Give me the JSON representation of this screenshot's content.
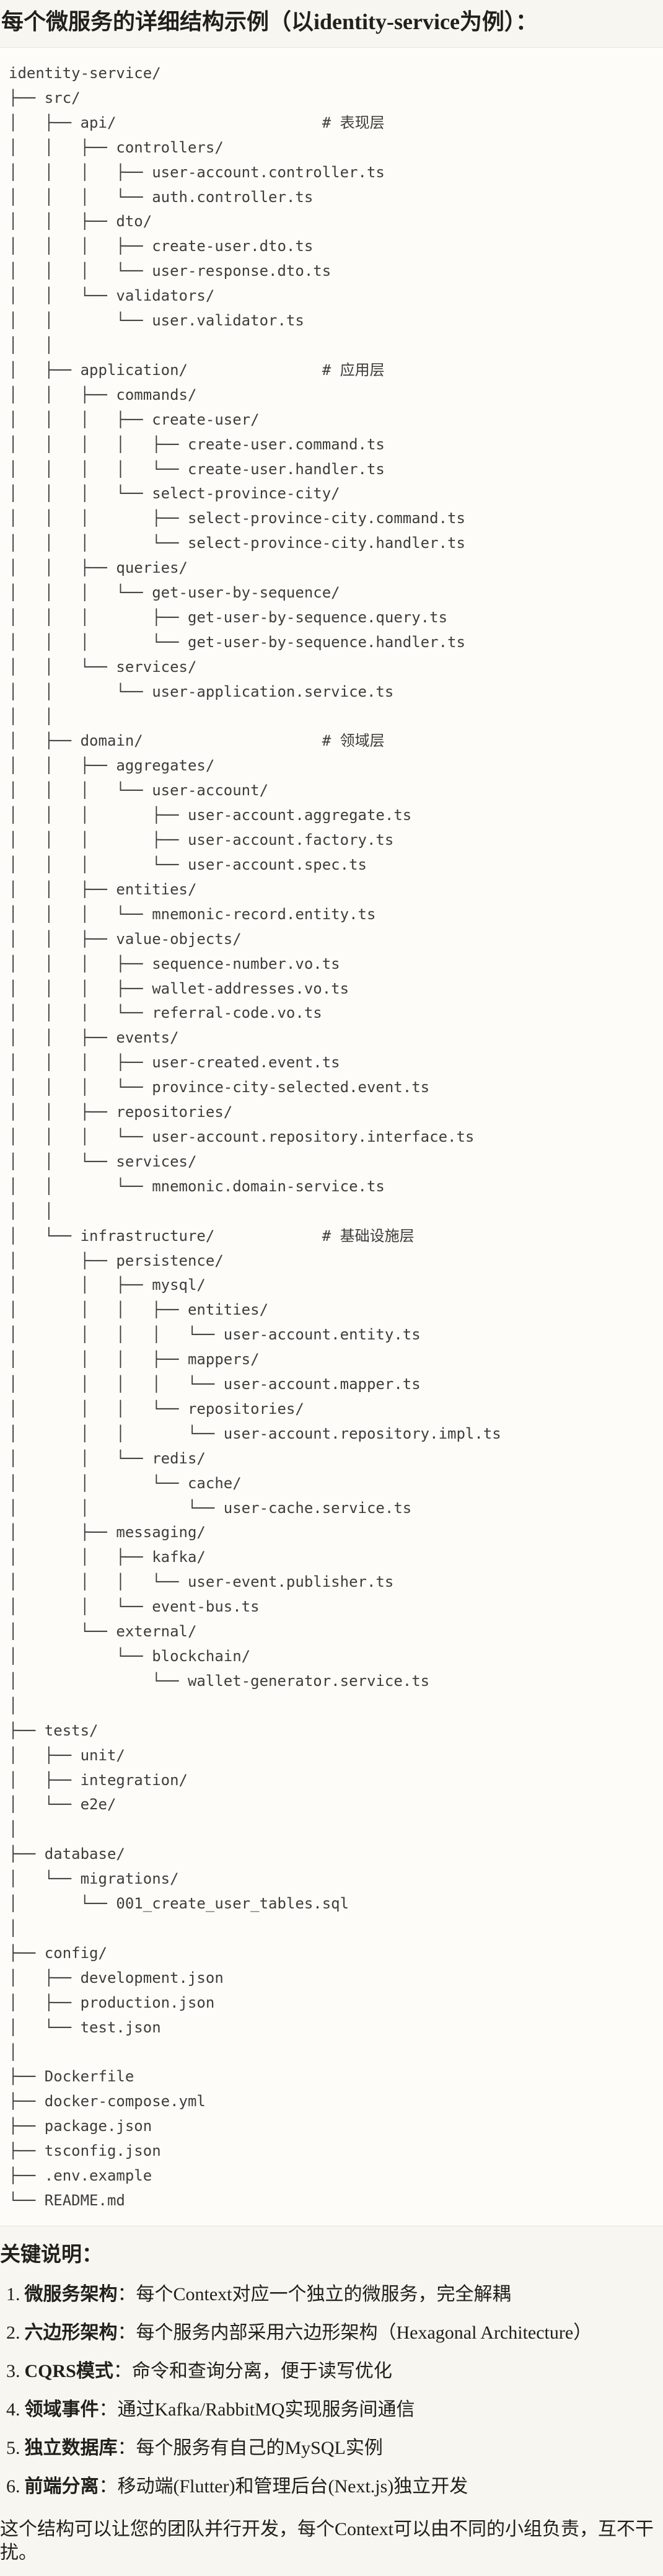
{
  "title": "每个微服务的详细结构示例（以identity-service为例）：",
  "tree_lines": [
    "identity-service/",
    "├── src/",
    "│   ├── api/                       # 表现层",
    "│   │   ├── controllers/",
    "│   │   │   ├── user-account.controller.ts",
    "│   │   │   └── auth.controller.ts",
    "│   │   ├── dto/",
    "│   │   │   ├── create-user.dto.ts",
    "│   │   │   └── user-response.dto.ts",
    "│   │   └── validators/",
    "│   │       └── user.validator.ts",
    "│   │",
    "│   ├── application/               # 应用层",
    "│   │   ├── commands/",
    "│   │   │   ├── create-user/",
    "│   │   │   │   ├── create-user.command.ts",
    "│   │   │   │   └── create-user.handler.ts",
    "│   │   │   └── select-province-city/",
    "│   │   │       ├── select-province-city.command.ts",
    "│   │   │       └── select-province-city.handler.ts",
    "│   │   ├── queries/",
    "│   │   │   └── get-user-by-sequence/",
    "│   │   │       ├── get-user-by-sequence.query.ts",
    "│   │   │       └── get-user-by-sequence.handler.ts",
    "│   │   └── services/",
    "│   │       └── user-application.service.ts",
    "│   │",
    "│   ├── domain/                    # 领域层",
    "│   │   ├── aggregates/",
    "│   │   │   └── user-account/",
    "│   │   │       ├── user-account.aggregate.ts",
    "│   │   │       ├── user-account.factory.ts",
    "│   │   │       └── user-account.spec.ts",
    "│   │   ├── entities/",
    "│   │   │   └── mnemonic-record.entity.ts",
    "│   │   ├── value-objects/",
    "│   │   │   ├── sequence-number.vo.ts",
    "│   │   │   ├── wallet-addresses.vo.ts",
    "│   │   │   └── referral-code.vo.ts",
    "│   │   ├── events/",
    "│   │   │   ├── user-created.event.ts",
    "│   │   │   └── province-city-selected.event.ts",
    "│   │   ├── repositories/",
    "│   │   │   └── user-account.repository.interface.ts",
    "│   │   └── services/",
    "│   │       └── mnemonic.domain-service.ts",
    "│   │",
    "│   └── infrastructure/            # 基础设施层",
    "│       ├── persistence/",
    "│       │   ├── mysql/",
    "│       │   │   ├── entities/",
    "│       │   │   │   └── user-account.entity.ts",
    "│       │   │   ├── mappers/",
    "│       │   │   │   └── user-account.mapper.ts",
    "│       │   │   └── repositories/",
    "│       │   │       └── user-account.repository.impl.ts",
    "│       │   └── redis/",
    "│       │       └── cache/",
    "│       │           └── user-cache.service.ts",
    "│       ├── messaging/",
    "│       │   ├── kafka/",
    "│       │   │   └── user-event.publisher.ts",
    "│       │   └── event-bus.ts",
    "│       └── external/",
    "│           └── blockchain/",
    "│               └── wallet-generator.service.ts",
    "│",
    "├── tests/",
    "│   ├── unit/",
    "│   ├── integration/",
    "│   └── e2e/",
    "│",
    "├── database/",
    "│   └── migrations/",
    "│       └── 001_create_user_tables.sql",
    "│",
    "├── config/",
    "│   ├── development.json",
    "│   ├── production.json",
    "│   └── test.json",
    "│",
    "├── Dockerfile",
    "├── docker-compose.yml",
    "├── package.json",
    "├── tsconfig.json",
    "├── .env.example",
    "└── README.md"
  ],
  "notes": {
    "heading": "关键说明：",
    "items": [
      {
        "num": "1.",
        "label": "微服务架构",
        "text": "：每个Context对应一个独立的微服务，完全解耦"
      },
      {
        "num": "2.",
        "label": "六边形架构",
        "text": "：每个服务内部采用六边形架构（Hexagonal Architecture）"
      },
      {
        "num": "3.",
        "label": "CQRS模式",
        "text": "：命令和查询分离，便于读写优化"
      },
      {
        "num": "4.",
        "label": "领域事件",
        "text": "：通过Kafka/RabbitMQ实现服务间通信"
      },
      {
        "num": "5.",
        "label": "独立数据库",
        "text": "：每个服务有自己的MySQL实例"
      },
      {
        "num": "6.",
        "label": "前端分离",
        "text": "：移动端(Flutter)和管理后台(Next.js)独立开发"
      }
    ]
  },
  "footer": "这个结构可以让您的团队并行开发，每个Context可以由不同的小组负责，互不干扰。",
  "colors": {
    "page_bg": "#f8f6f0",
    "block_bg": "#fdfcf8",
    "block_border": "#e7e4da",
    "mono_text": "#3e3d39",
    "body_text": "#21201c"
  }
}
